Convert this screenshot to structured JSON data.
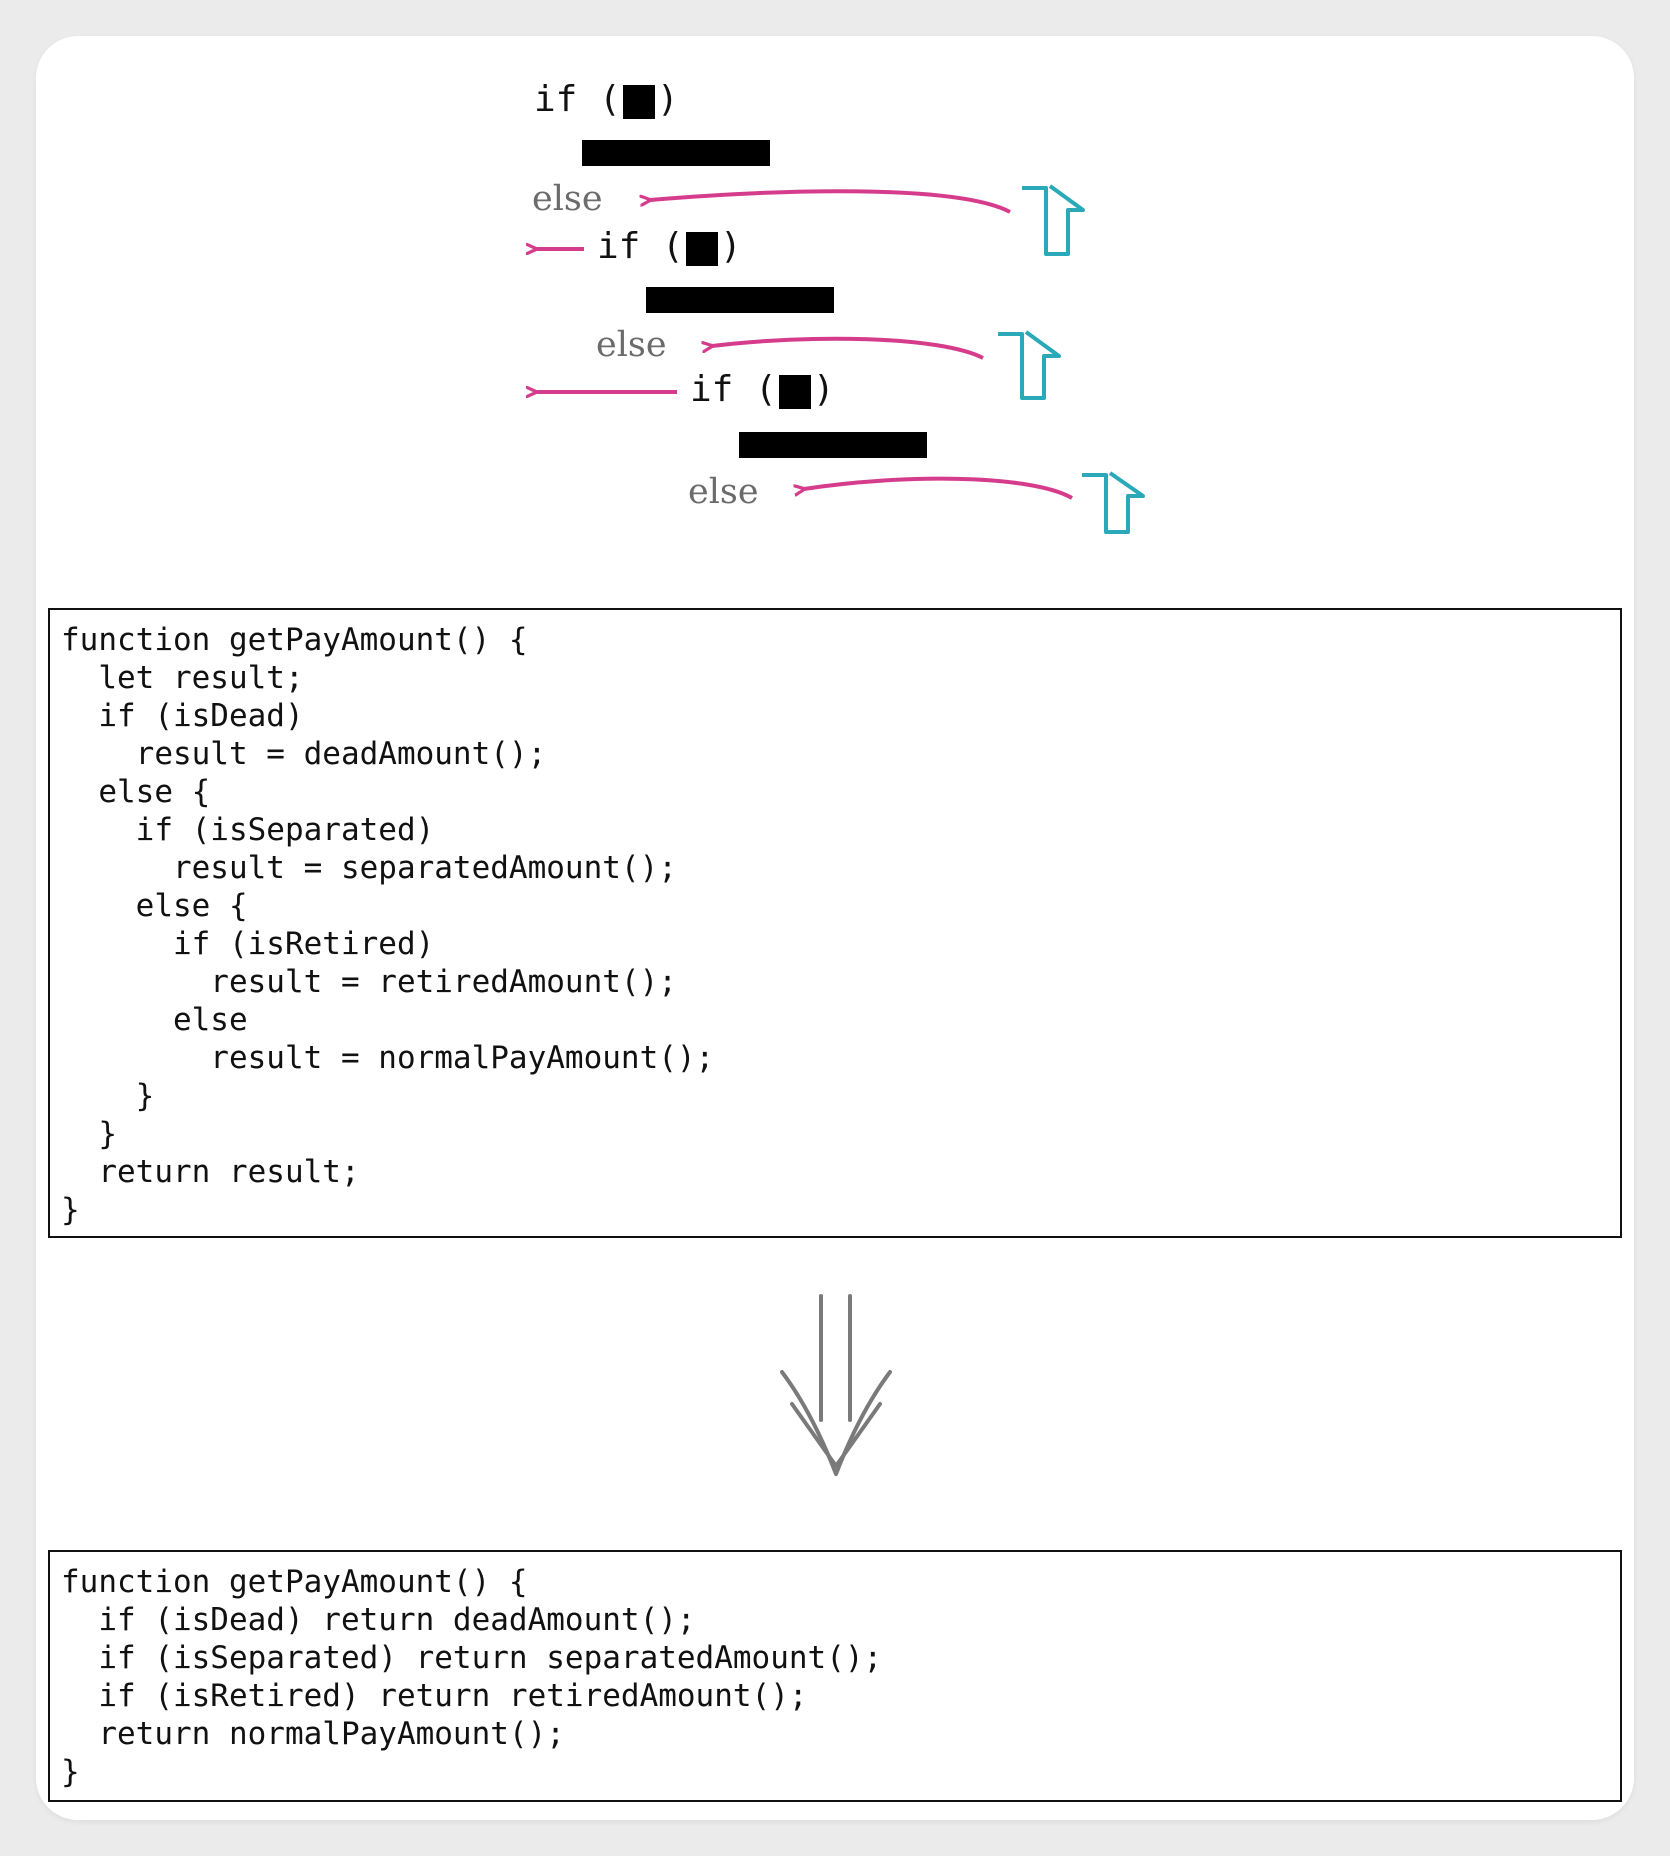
{
  "diagram": {
    "if_keyword": "if (",
    "paren_close": ")",
    "else_keyword": "else",
    "colors": {
      "pink_arrow": "#d63c8c",
      "teal_arrow": "#2aa9b8",
      "gray_text": "#6b6b6b",
      "down_arrow": "#7a7a7a",
      "block": "#000000"
    }
  },
  "before_code": {
    "lines": [
      "function getPayAmount() {",
      "  let result;",
      "  if (isDead)",
      "    result = deadAmount();",
      "  else {",
      "    if (isSeparated)",
      "      result = separatedAmount();",
      "    else {",
      "      if (isRetired)",
      "        result = retiredAmount();",
      "      else",
      "        result = normalPayAmount();",
      "    }",
      "  }",
      "  return result;",
      "}"
    ]
  },
  "transform_arrow": {
    "icon": "double-down-arrow-icon"
  },
  "after_code": {
    "lines": [
      "function getPayAmount() {",
      "  if (isDead) return deadAmount();",
      "  if (isSeparated) return separatedAmount();",
      "  if (isRetired) return retiredAmount();",
      "  return normalPayAmount();",
      "}"
    ]
  }
}
